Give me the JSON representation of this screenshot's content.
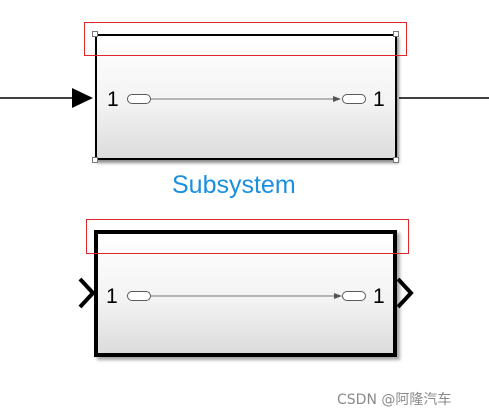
{
  "top_block": {
    "in_port_number": "1",
    "out_port_number": "1",
    "name_label": "Subsystem"
  },
  "bottom_block": {
    "in_port_number": "1",
    "out_port_number": "1"
  },
  "watermark": "CSDN @阿隆汽车",
  "colors": {
    "selection_highlight": "#e0262b",
    "block_name_label": "#1a8fe0"
  }
}
